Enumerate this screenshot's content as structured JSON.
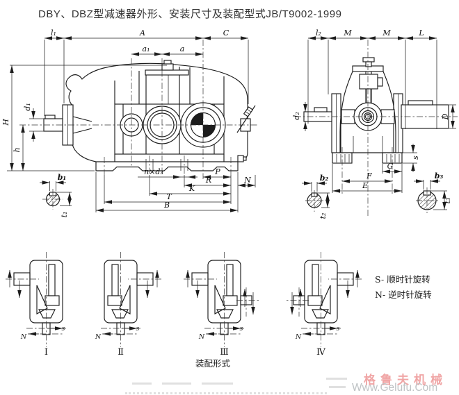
{
  "title": "DBY、DBZ型减速器外形、安装尺寸及装配型式JB/T9002-1999",
  "front_view": {
    "dim_l1": "l₁",
    "dim_A": "A",
    "dim_C": "C",
    "dim_a1": "a₁",
    "dim_a": "a",
    "dim_H": "H",
    "dim_h": "h",
    "dim_d1": "d₁",
    "dim_b1": "b₁",
    "dim_t1": "t₁",
    "dim_n_d3": "n×d₃",
    "dim_P": "P",
    "dim_R": "R",
    "dim_N": "N",
    "dim_K": "K",
    "dim_T": "T",
    "dim_B": "B"
  },
  "side_view": {
    "dim_l2": "l₂",
    "dim_M": "M",
    "dim_L": "L",
    "dim_d2": "d₂",
    "dim_D": "D",
    "dim_s": "s",
    "dim_G": "G",
    "dim_F": "F",
    "dim_E": "E",
    "dim_b2": "b₂",
    "dim_t2": "t₂",
    "dim_b3": "b₃",
    "dim_t3": "t₃"
  },
  "assembly": {
    "caption": "装配形式",
    "numerals": [
      "Ⅰ",
      "Ⅱ",
      "Ⅲ",
      "Ⅳ"
    ],
    "arrow_s": "s",
    "arrow_n": "N",
    "legend_s": "S- 顺时针旋转",
    "legend_n": "N- 逆时针旋转"
  },
  "watermark": {
    "brand": "格鲁夫机械",
    "site": "Www.Gelufu.Com"
  },
  "colors": {
    "line": "#1c1c1c",
    "watermark_pink": "#f0a6a6",
    "watermark_gray": "#bfc3c5"
  }
}
